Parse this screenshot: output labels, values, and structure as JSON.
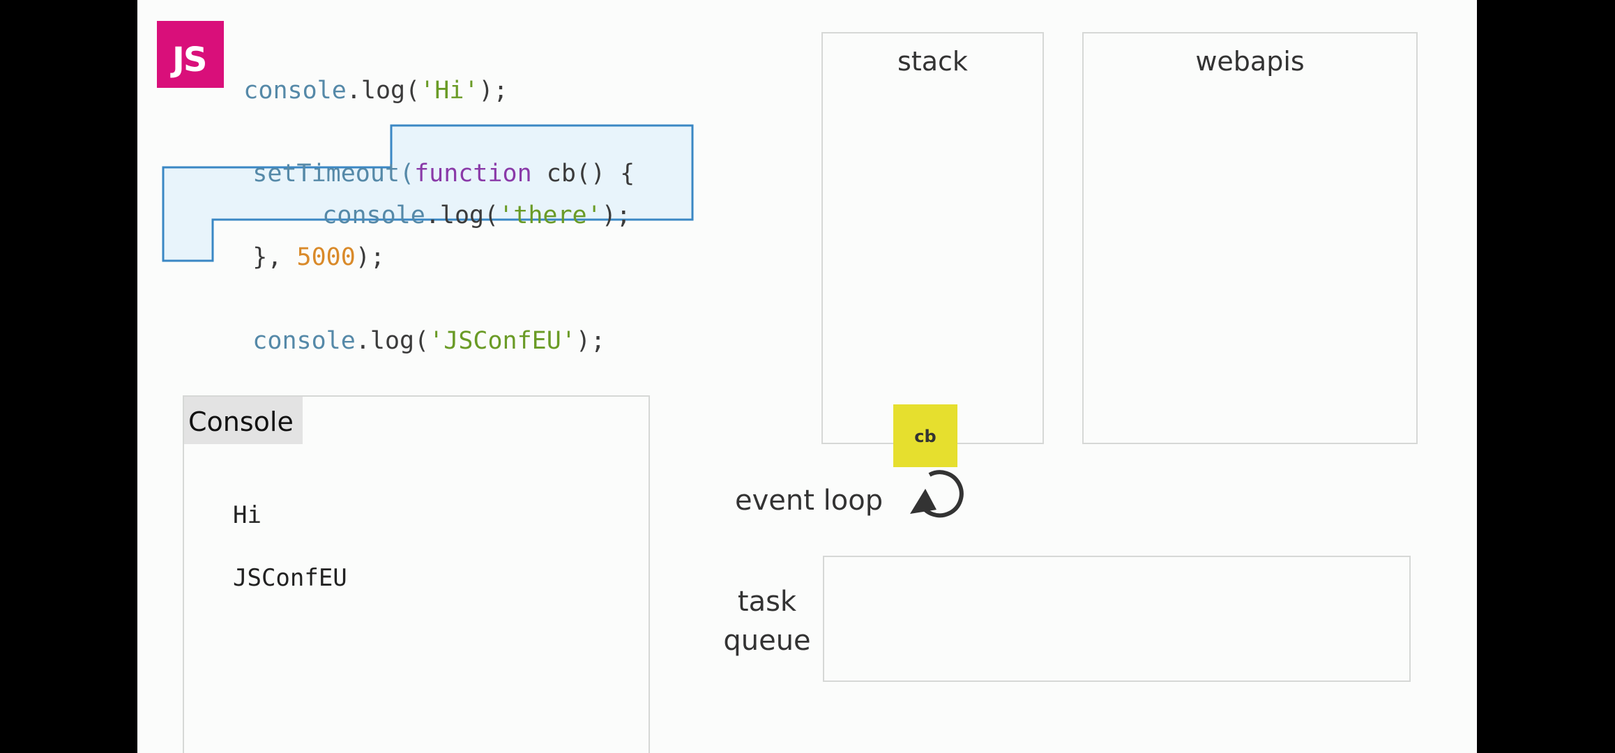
{
  "logo": {
    "text": "JS",
    "color": "#d90f7a"
  },
  "code": {
    "line1": {
      "console": "console",
      "dot_log": ".log(",
      "str": "'Hi'",
      "end": ");"
    },
    "line2": {
      "fn": "setTimeout(",
      "kw": "function",
      "name": " cb() {"
    },
    "line3": {
      "console": "console",
      "dot_log": ".log(",
      "str": "'there'",
      "end": ");"
    },
    "line4": {
      "brace": "}",
      "sep": ", ",
      "num": "5000",
      "end": ");"
    },
    "line5": {
      "console": "console",
      "dot_log": ".log(",
      "str": "'JSConfEU'",
      "end": ");"
    }
  },
  "console_panel": {
    "title": "Console",
    "lines": [
      "Hi",
      "JSConfEU"
    ]
  },
  "stack": {
    "title": "stack"
  },
  "webapis": {
    "title": "webapis"
  },
  "event_loop": {
    "label": "event loop",
    "icon": "loop-arrow-icon"
  },
  "task_queue": {
    "label_line1": "task",
    "label_line2": "queue"
  },
  "callback": {
    "label": "cb",
    "color": "#e6df2e"
  },
  "colors": {
    "highlight_fill": "#e8f4fb",
    "highlight_border": "#3a87c4"
  }
}
